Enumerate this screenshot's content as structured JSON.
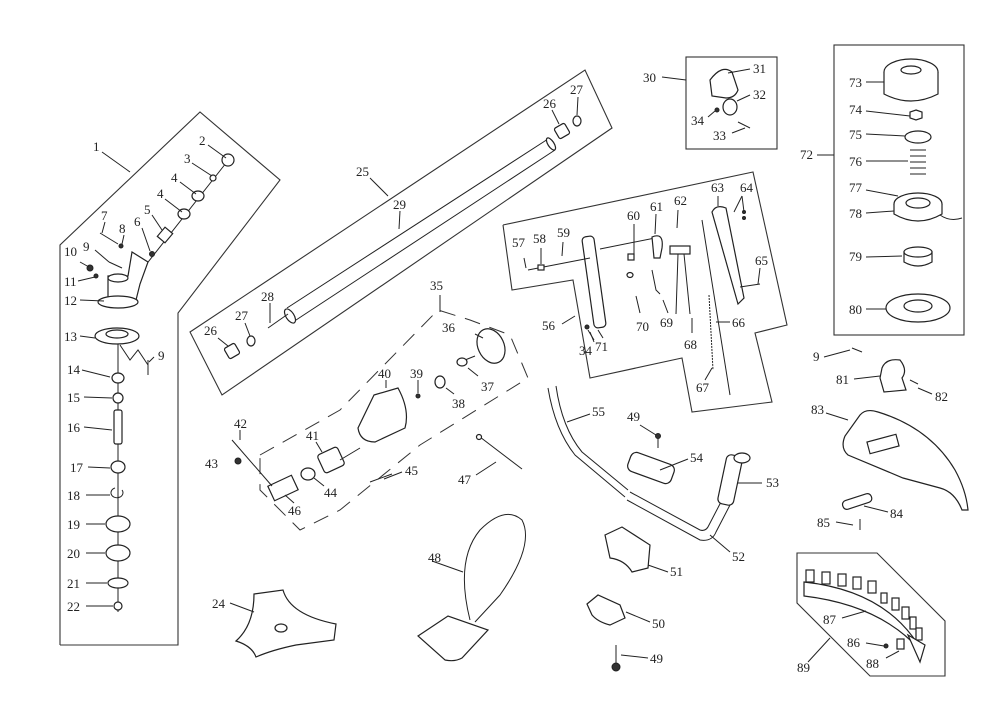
{
  "diagram": {
    "type": "exploded parts diagram",
    "groups": [
      {
        "id": "gearbox",
        "label": "1"
      },
      {
        "id": "drive-shaft",
        "label": "25"
      },
      {
        "id": "clutch-housing",
        "label": "35"
      },
      {
        "id": "handle-clamp",
        "label": "30"
      },
      {
        "id": "throttle-assembly",
        "label": "56"
      },
      {
        "id": "trimmer-head",
        "label": "72"
      },
      {
        "id": "guard-extension",
        "label": "89"
      }
    ],
    "labels": {
      "p1": "1",
      "p2": "2",
      "p3": "3",
      "p4a": "4",
      "p4b": "4",
      "p5": "5",
      "p6": "6",
      "p7": "7",
      "p8": "8",
      "p9a": "9",
      "p9b": "9",
      "p9c": "9",
      "p10": "10",
      "p11": "11",
      "p12": "12",
      "p13": "13",
      "p14": "14",
      "p15": "15",
      "p16": "16",
      "p17": "17",
      "p18": "18",
      "p19": "19",
      "p20": "20",
      "p21": "21",
      "p22": "22",
      "p24": "24",
      "p25": "25",
      "p26a": "26",
      "p26b": "26",
      "p27a": "27",
      "p27b": "27",
      "p28": "28",
      "p29": "29",
      "p30": "30",
      "p31": "31",
      "p32": "32",
      "p33": "33",
      "p34a": "34",
      "p34b": "34",
      "p35": "35",
      "p36": "36",
      "p37": "37",
      "p38": "38",
      "p39": "39",
      "p40": "40",
      "p41": "41",
      "p42": "42",
      "p43": "43",
      "p44": "44",
      "p45": "45",
      "p46": "46",
      "p47": "47",
      "p48": "48",
      "p49a": "49",
      "p49b": "49",
      "p50": "50",
      "p51": "51",
      "p52": "52",
      "p53": "53",
      "p54": "54",
      "p55": "55",
      "p56": "56",
      "p57": "57",
      "p58": "58",
      "p59": "59",
      "p60": "60",
      "p61": "61",
      "p62": "62",
      "p63": "63",
      "p64": "64",
      "p65": "65",
      "p66": "66",
      "p67": "67",
      "p68": "68",
      "p69": "69",
      "p70": "70",
      "p71": "71",
      "p72": "72",
      "p73": "73",
      "p74": "74",
      "p75": "75",
      "p76": "76",
      "p77": "77",
      "p78": "78",
      "p79": "79",
      "p80": "80",
      "p81": "81",
      "p82": "82",
      "p83": "83",
      "p84": "84",
      "p85": "85",
      "p86": "86",
      "p87": "87",
      "p88": "88",
      "p89": "89"
    }
  }
}
